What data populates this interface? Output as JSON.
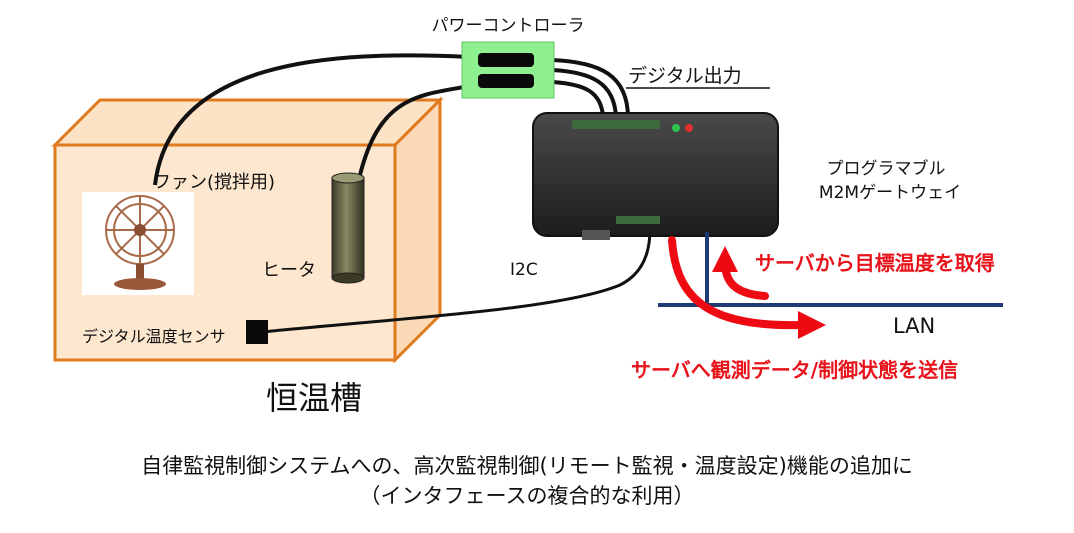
{
  "labels": {
    "power_controller": "パワーコントローラ",
    "digital_output": "デジタル出力",
    "programmable_gateway_line1": "プログラマブル",
    "programmable_gateway_line2": "M2Mゲートウェイ",
    "fan": "ファン(撹拌用)",
    "heater": "ヒータ",
    "i2c": "I2C",
    "temp_sensor": "デジタル温度センサ",
    "lan": "LAN",
    "get_target_temp": "サーバから目標温度を取得",
    "send_data": "サーバへ観測データ/制御状態を送信",
    "chamber": "恒温槽"
  },
  "caption": {
    "line1": "自律監視制御システムへの、高次監視制御(リモート監視・温度設定)機能の追加に",
    "line2": "（インタフェースの複合的な利用）"
  },
  "colors": {
    "chamber_border": "#e07a1e",
    "chamber_fill": "#fde8cf",
    "controller_green": "#8ff08f",
    "lan_line": "#1f3b73",
    "arrow_red": "#ee0a12",
    "gateway_body": "#2b2b2b"
  }
}
